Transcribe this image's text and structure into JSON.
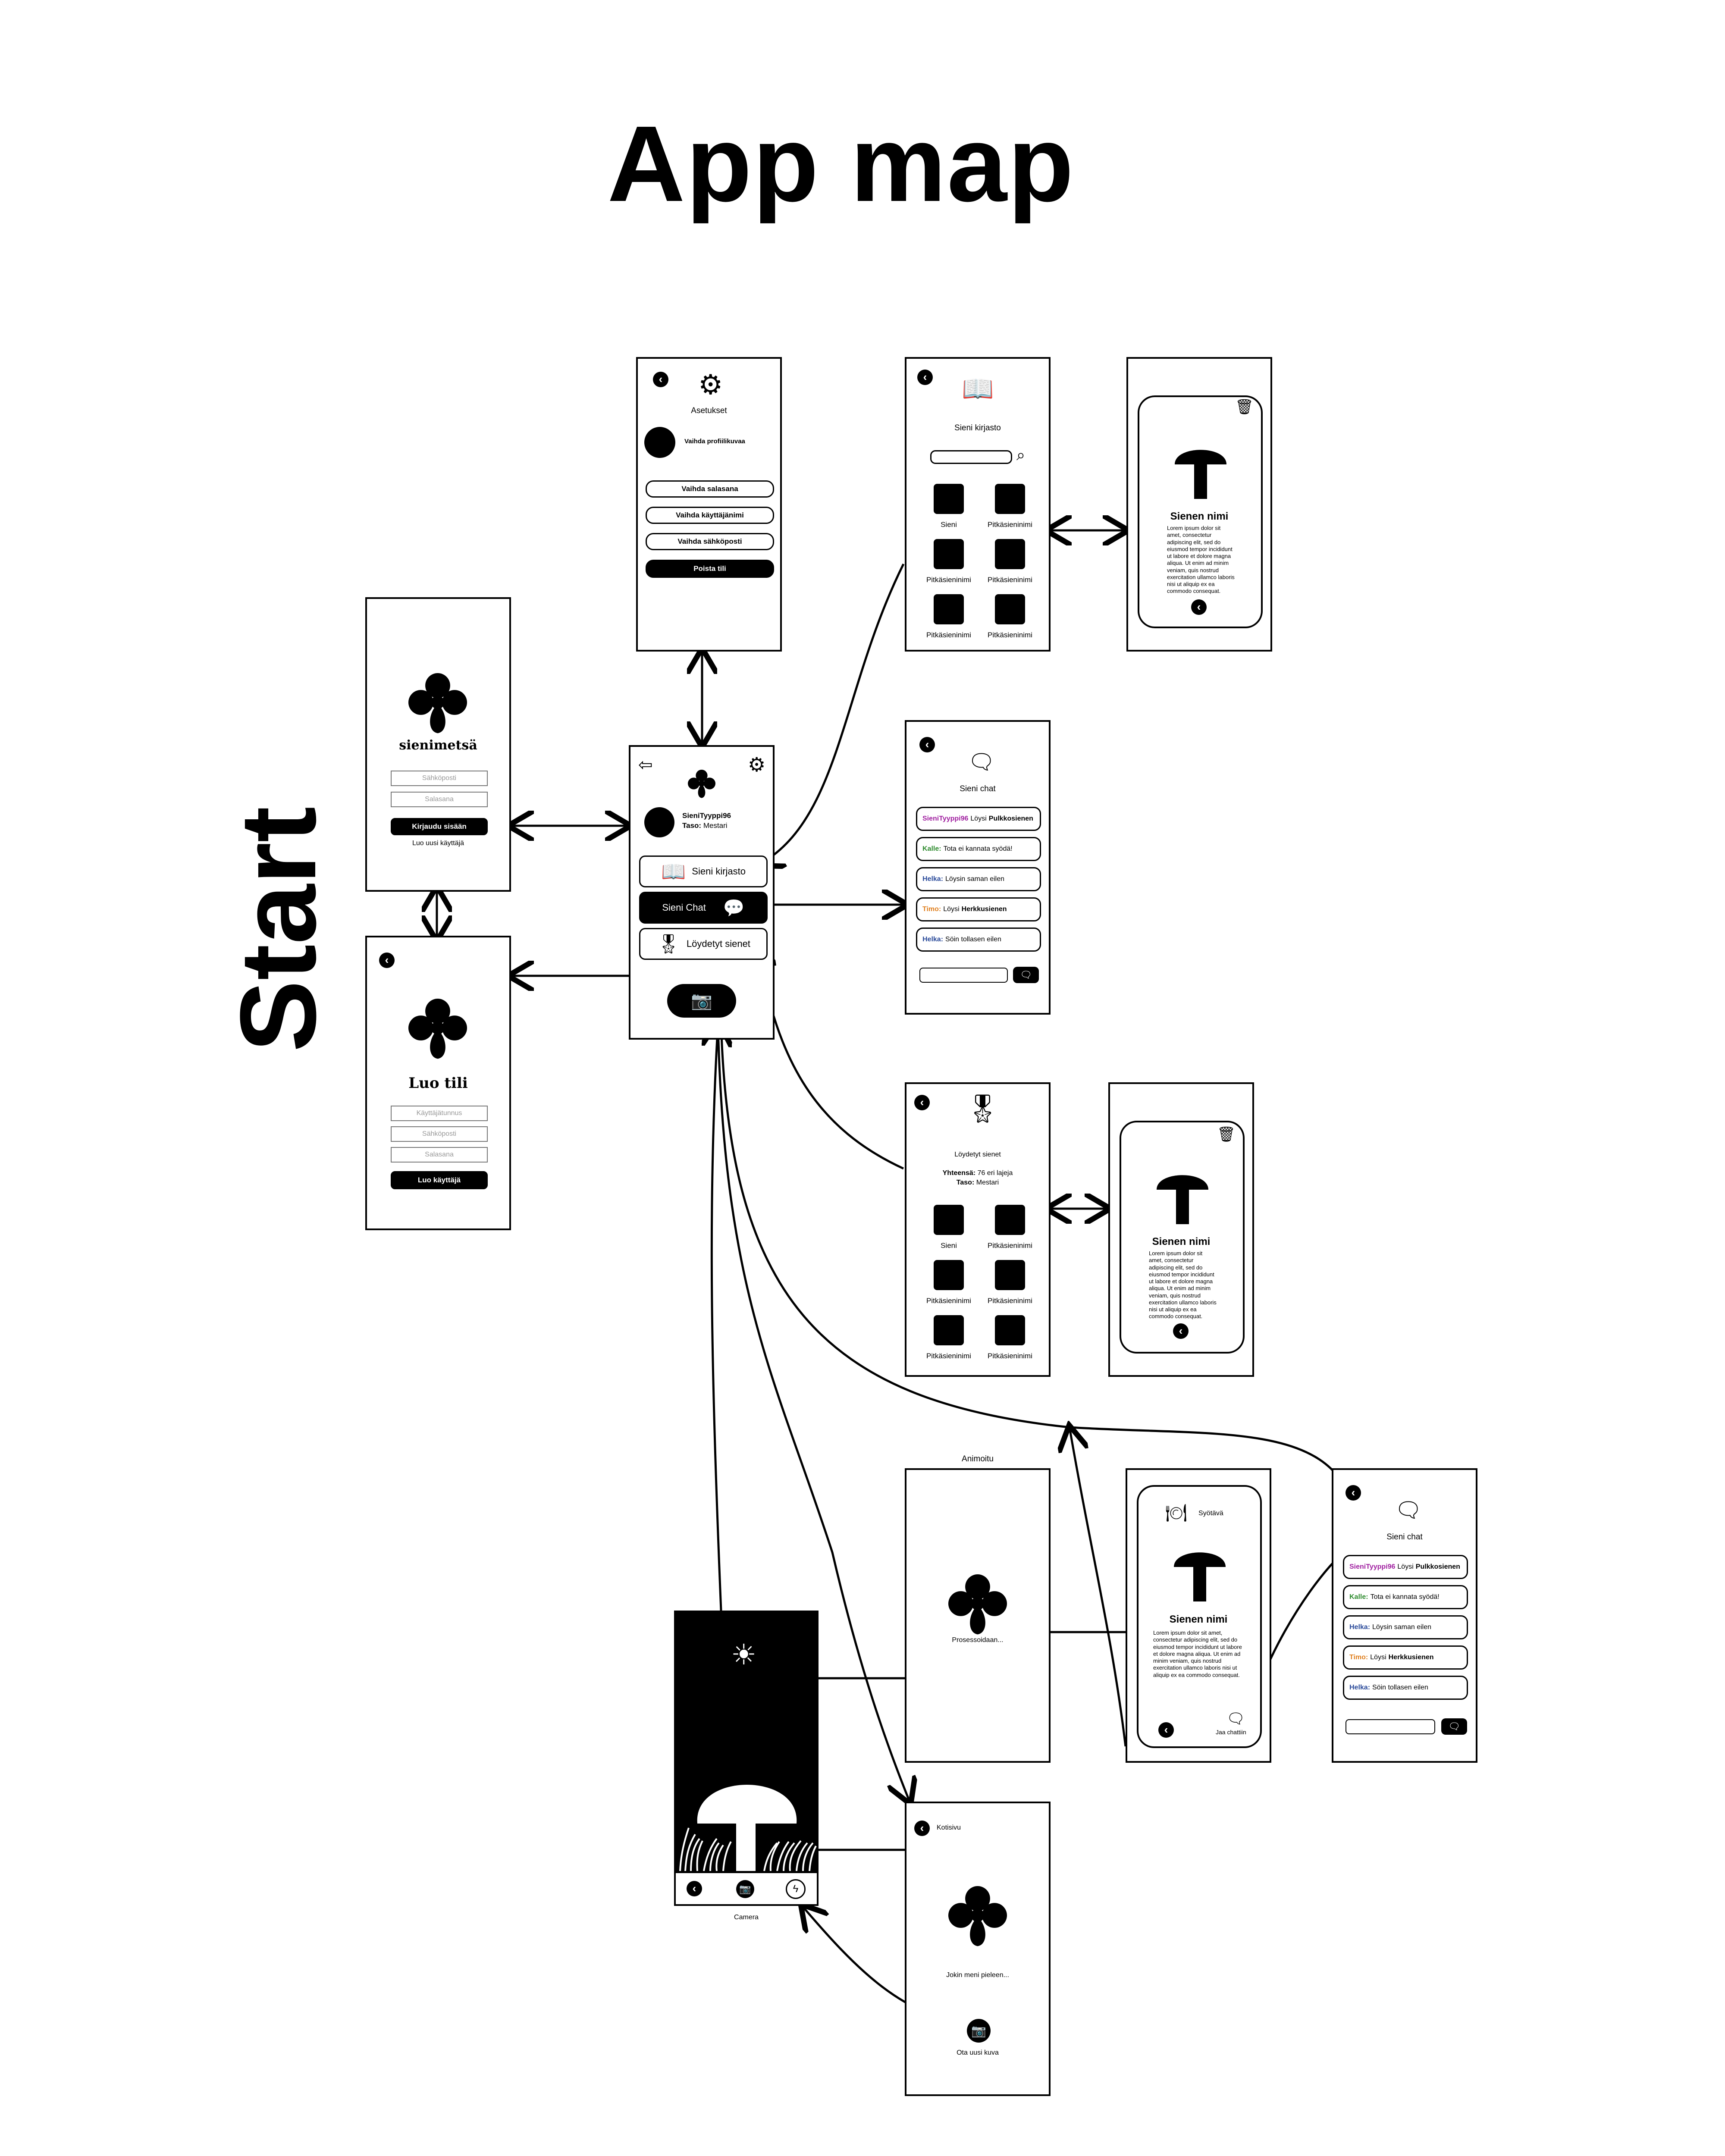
{
  "title": "App map",
  "start_label": "Start",
  "login": {
    "brand": "sienimetsä",
    "email_placeholder": "Sähköposti",
    "password_placeholder": "Salasana",
    "login_button": "Kirjaudu sisään",
    "create_link": "Luo uusi käyttäjä"
  },
  "register": {
    "title": "Luo tili",
    "username_placeholder": "Käyttäjätunnus",
    "email_placeholder": "Sähköposti",
    "password_placeholder": "Salasana",
    "create_button": "Luo käyttäjä"
  },
  "settings": {
    "title": "Asetukset",
    "change_picture": "Vaihda profiilikuvaa",
    "change_password": "Vaihda salasana",
    "change_username": "Vaihda käyttäjänimi",
    "change_email": "Vaihda sähköposti",
    "delete_account": "Poista tili"
  },
  "home": {
    "username": "SieniTyyppi96",
    "level_label": "Taso:",
    "level_value": "Mestari",
    "library_button": "Sieni kirjasto",
    "chat_button": "Sieni Chat",
    "found_button": "Löydetyt sienet"
  },
  "library": {
    "title": "Sieni kirjasto",
    "items": [
      "Sieni",
      "Pitkäsieninimi",
      "Pitkäsieninimi",
      "Pitkäsieninimi",
      "Pitkäsieninimi",
      "Pitkäsieninimi"
    ]
  },
  "detail": {
    "name": "Sienen nimi",
    "lorem": "Lorem ipsum dolor sit amet, consectetur adipiscing elit, sed do eiusmod tempor incididunt ut labore et dolore magna aliqua. Ut enim ad minim veniam, quis nostrud exercitation ullamco laboris nisi ut aliquip ex ea commodo consequat."
  },
  "chat": {
    "title": "Sieni chat",
    "messages": [
      {
        "name": "SieniTyyppi96",
        "text": "Löysi",
        "bold": "Pulkkosienen"
      },
      {
        "name": "Kalle:",
        "text": "Tota ei kannata syödä!",
        "bold": ""
      },
      {
        "name": "Helka:",
        "text": "Löysin saman eilen",
        "bold": ""
      },
      {
        "name": "Timo:",
        "text": "Löysi",
        "bold": "Herkkusienen"
      },
      {
        "name": "Helka:",
        "text": "Söin tollasen eilen",
        "bold": ""
      }
    ]
  },
  "found": {
    "title": "Löydetyt sienet",
    "total_label": "Yhteensä:",
    "total_value": "76 eri lajeja",
    "level_label": "Taso:",
    "level_value": "Mestari",
    "items": [
      "Sieni",
      "Pitkäsieninimi",
      "Pitkäsieninimi",
      "Pitkäsieninimi",
      "Pitkäsieninimi",
      "Pitkäsieninimi"
    ]
  },
  "processing": {
    "caption": "Animoitu",
    "text": "Prosessoidaan..."
  },
  "result": {
    "edible": "Syötävä",
    "name": "Sienen nimi",
    "share": "Jaa chattiin"
  },
  "camera": {
    "caption": "Camera"
  },
  "error": {
    "home_label": "Kotisivu",
    "text": "Jokin meni pieleen...",
    "retry": "Ota uusi kuva"
  }
}
